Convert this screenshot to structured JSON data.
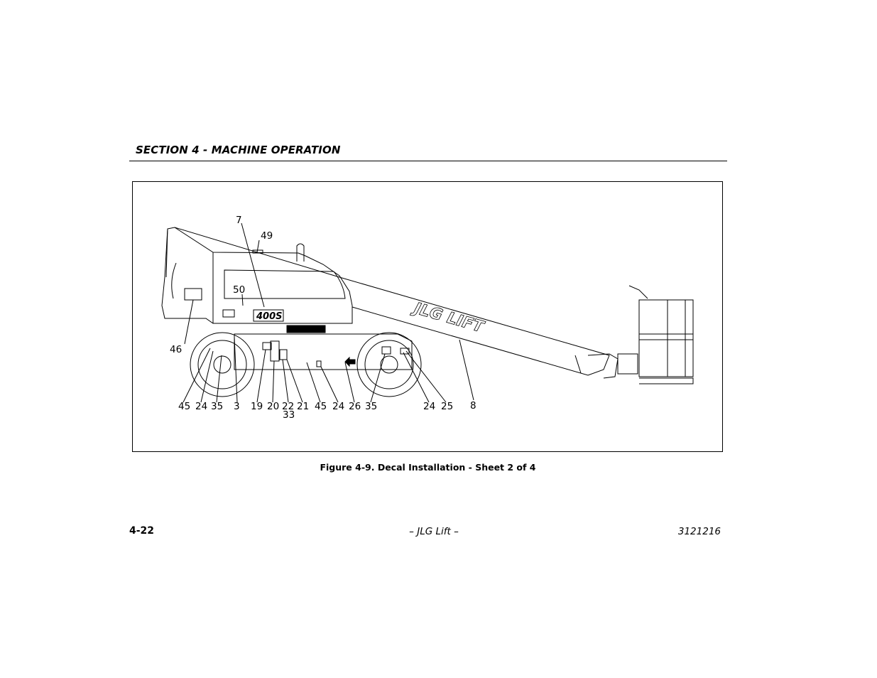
{
  "header": {
    "section_title": "SECTION 4 - MACHINE OPERATION"
  },
  "figure": {
    "caption": "Figure 4-9.  Decal Installation - Sheet 2 of 4",
    "model_label": "400S",
    "brand_label": "JLG LIFT",
    "callouts": {
      "c7": "7",
      "c49": "49",
      "c50": "50",
      "c46": "46",
      "b45a": "45",
      "b24a": "24",
      "b35a": "35",
      "b3": "3",
      "b19": "19",
      "b20": "20",
      "b22": "22",
      "b33": "33",
      "b21": "21",
      "b45b": "45",
      "b24b": "24",
      "b26": "26",
      "b35b": "35",
      "b24c": "24",
      "b25": "25",
      "b8": "8"
    }
  },
  "footer": {
    "page_number": "4-22",
    "center": "– JLG Lift –",
    "doc_number": "3121216"
  }
}
